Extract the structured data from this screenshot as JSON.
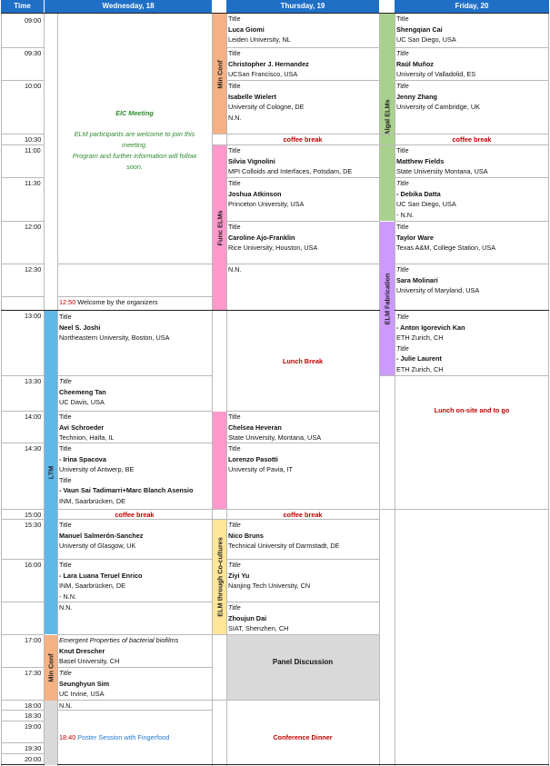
{
  "header": {
    "time": "Time",
    "wed": "Wednesday, 18",
    "thu": "Thursday, 19",
    "fri": "Friday, 20"
  },
  "times": [
    "09:00",
    "09:30",
    "10:00",
    "10:30",
    "11:00",
    "11:30",
    "12:00",
    "12:30",
    "13:00",
    "13:30",
    "14:00",
    "14:30",
    "15:00",
    "15:30",
    "16:00",
    "17:00",
    "17:30",
    "18:00",
    "18:30",
    "19:00",
    "19:30",
    "20:00"
  ],
  "tracks": {
    "min_conf": "Min Conf",
    "func_elms": "Func ELMs",
    "ltm": "LTM",
    "elm_cocultures": "ELM through Co-cultures",
    "min_conf2": "Min Conf",
    "algal": "Algal ELMs",
    "fabrication": "ELM Fabrication"
  },
  "colors": {
    "orange": "#f4b183",
    "pink": "#ff99cc",
    "blue": "#5fb7ea",
    "yellow": "#ffe699",
    "green": "#a9d18e",
    "purple": "#cc99ff",
    "grey": "#d9d9d9"
  },
  "wed": {
    "eic_title": "EIC Meeting",
    "eic_l1": "ELM participants are welcome to join this",
    "eic_l2": "meeting.",
    "eic_l3": "Program and further information will follow",
    "eic_l4": "soon.",
    "welcome_time": "12:50",
    "welcome_text": "Welcome by the organizers",
    "s1": [
      "Title",
      "Neel S. Joshi",
      "Northeastern University, Boston, USA"
    ],
    "s2": [
      "Title",
      "Cheemeng Tan",
      "UC Davis, USA"
    ],
    "s3": [
      "Title",
      "Avi Schroeder",
      "Technion, Haifa, IL"
    ],
    "s4": [
      "Title",
      "- Irina Spacova",
      "University of Antwerp, BE",
      "Title",
      "- Vaun Sai Tadimarri+Marc Blanch Asensio",
      "INM, Saarbrücken, DE"
    ],
    "coffee": "coffee break",
    "s5": [
      "Title",
      "Manuel Salmerón-Sanchez",
      "University of Glasgow, UK"
    ],
    "s6": [
      "Title",
      "- Lara Luana Teruel Enrico",
      "INM, Saarbrücken, DE",
      "- N.N."
    ],
    "s7": "N.N.",
    "s8": [
      "Emergent Properties of bacterial biofilms",
      "Knut Drescher",
      "Basel University, CH"
    ],
    "s9": [
      "Title",
      "Seunghyun Sim",
      "UC Irvine, USA"
    ],
    "s10": "N.N.",
    "poster_time": "18:40",
    "poster_text": "Poster Session with Fingerfood"
  },
  "thu": {
    "s1": [
      "Title",
      "Luca Giomi",
      "Leiden University, NL"
    ],
    "s2": [
      "Title",
      "Christopher J. Hernandez",
      "UCSan Francisco, USA"
    ],
    "s3": [
      "Title",
      "Isabelle Wielert",
      "University of Cologne, DE",
      "N.N."
    ],
    "coffee": "coffee break",
    "s4": [
      "Title",
      "Silvia Vignolini",
      "MPI Colloids and Interfaces, Potsdam, DE"
    ],
    "s5": [
      "Title",
      "Joshua Atkinson",
      "Princeton University, USA"
    ],
    "s6": [
      "Title",
      "Caroline Ajo-Franklin",
      "Rice University, Houston, USA"
    ],
    "s7": "N.N.",
    "lunch": "Lunch Break",
    "s8": [
      "Title",
      "Chelsea Heveran",
      "State University, Montana, USA"
    ],
    "s9": [
      "Title",
      "Lorenzo Pasotti",
      "University of Pavia, IT"
    ],
    "coffee2": "coffee break",
    "s10": [
      "Title",
      "Nico Bruns",
      "Technical University of Darmstadt, DE"
    ],
    "s11": [
      "Title",
      "Ziyi Yu",
      "Nanjing Tech University, CN"
    ],
    "s12": [
      "Title",
      "Zhoujun Dai",
      "SIAT, Shenzhen, CH"
    ],
    "panel": "Panel Discussion",
    "dinner": "Conference Dinner"
  },
  "fri": {
    "s1": [
      "Title",
      "Shengqian Cai",
      "UC San Diego, USA"
    ],
    "s2": [
      "Title",
      "Raúl Muñoz",
      "University of Valladolid, ES"
    ],
    "s3": [
      "Title",
      "Jenny Zhang",
      "University of Cambridge, UK"
    ],
    "coffee": "coffee break",
    "s4": [
      "Title",
      "Matthew Fields",
      "State University Montana, USA"
    ],
    "s5": [
      "Title",
      "- Debika Datta",
      "UC San Diego, USA",
      "- N.N."
    ],
    "s6": [
      "Title",
      "Taylor Ware",
      "Texas A&M, College Station, USA"
    ],
    "s7": [
      "Title",
      "Sara Molinari",
      "University of Maryland, USA"
    ],
    "s8": [
      "Title",
      "- Anton Igorevich Kan",
      "ETH Zurich, CH",
      "Title",
      "- Julie Laurent",
      "ETH Zurich, CH"
    ],
    "lunch": "Lunch on-site and to go"
  }
}
